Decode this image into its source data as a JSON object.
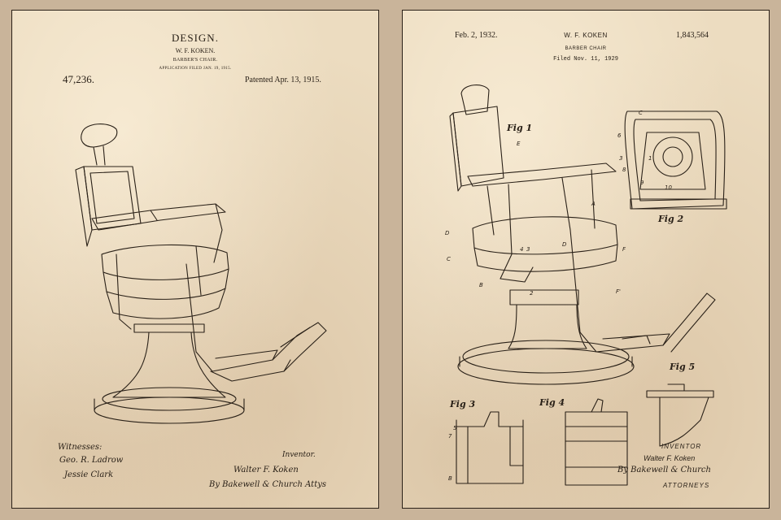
{
  "left_sheet": {
    "header": "DESIGN.",
    "inventor": "W. F. KOKEN.",
    "title": "BARBER'S CHAIR.",
    "application": "APPLICATION FILED JAN. 19, 1915.",
    "number": "47,236.",
    "patented": "Patented Apr. 13, 1915.",
    "witnesses_label": "Witnesses:",
    "witness_sig_1": "Geo. R. Ladrow",
    "witness_sig_2": "Jessie Clark",
    "inventor_label": "Inventor.",
    "inventor_sig": "Walter F. Koken",
    "attorney_sig": "By Bakewell & Church Attys"
  },
  "right_sheet": {
    "date": "Feb. 2, 1932.",
    "inventor": "W. F. KOKEN",
    "number": "1,843,564",
    "title": "BARBER CHAIR",
    "filed": "Filed Nov. 11, 1929",
    "figures": [
      "Fig 1",
      "Fig 2",
      "Fig 3",
      "Fig 4",
      "Fig 5"
    ],
    "ref_labels": {
      "E": "E",
      "A": "A",
      "D": "D",
      "C": "C",
      "B": "B",
      "F": "F",
      "F1": "F'",
      "n2": "2",
      "n3": "3",
      "n4": "4",
      "n1": "1",
      "n5": "5",
      "n6": "6",
      "n7": "7",
      "n8": "8",
      "n9": "9",
      "n10": "10"
    },
    "inventor_label": "INVENTOR",
    "inventor_sig": "Walter F. Koken",
    "attorney_sig": "By Bakewell & Church",
    "attorneys_label": "ATTORNEYS"
  }
}
